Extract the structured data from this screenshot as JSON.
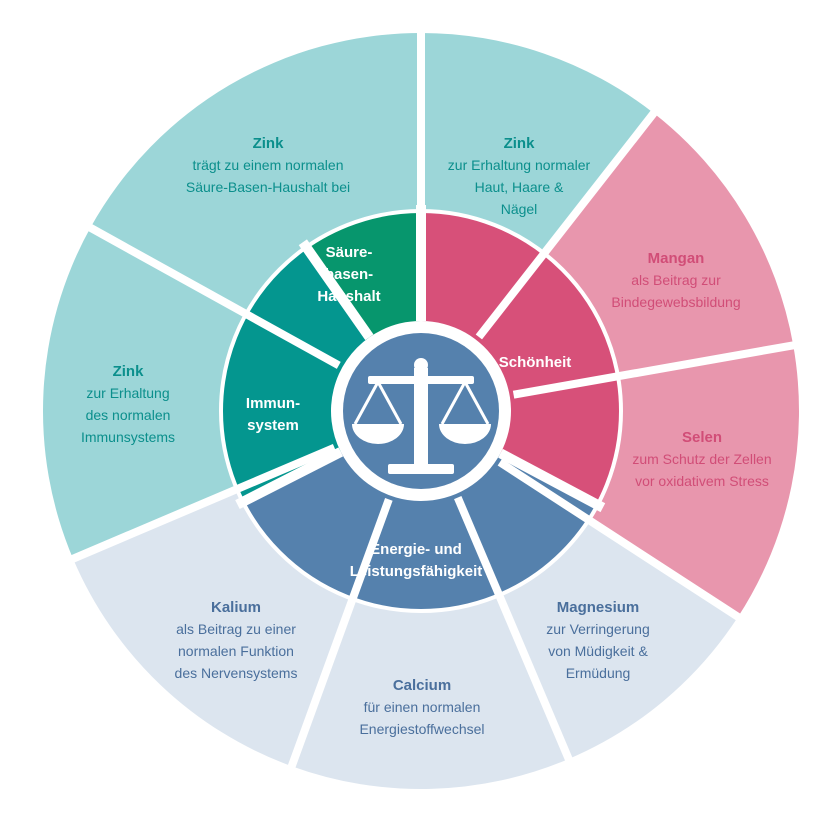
{
  "colors": {
    "teal_light": "#9cd6d8",
    "pink_light": "#e896ad",
    "blue_light": "#dce5ef",
    "teal_dark": "#04968f",
    "green_dark": "#07966d",
    "pink_dark": "#d75079",
    "blue_dark": "#5581ad",
    "text_teal": "#0b8f8c",
    "text_pink": "#d14d77",
    "text_blue": "#4a6f9c"
  },
  "center": {
    "icon": "balance-scale-icon"
  },
  "inner": [
    {
      "id": "saeure",
      "lines": [
        "Säure-",
        "basen-",
        "Haushalt"
      ]
    },
    {
      "id": "schoenheit",
      "lines": [
        "Schönheit"
      ]
    },
    {
      "id": "energie",
      "lines": [
        "Energie- und",
        "Leistungsfähigkeit"
      ]
    },
    {
      "id": "immun",
      "lines": [
        "Immun-",
        "system"
      ]
    }
  ],
  "outer": [
    {
      "id": "zink-saeure",
      "title": "Zink",
      "desc": [
        "trägt zu einem normalen",
        "Säure-Basen-Haushalt bei"
      ]
    },
    {
      "id": "zink-haut",
      "title": "Zink",
      "desc": [
        "zur Erhaltung normaler",
        "Haut, Haare &",
        "Nägel"
      ]
    },
    {
      "id": "mangan",
      "title": "Mangan",
      "desc": [
        "als Beitrag zur",
        "Bindegewebsbildung"
      ]
    },
    {
      "id": "selen",
      "title": "Selen",
      "desc": [
        "zum Schutz der Zellen",
        "vor oxidativem Stress"
      ]
    },
    {
      "id": "magnesium",
      "title": "Magnesium",
      "desc": [
        "zur Verringerung",
        "von Müdigkeit &",
        "Ermüdung"
      ]
    },
    {
      "id": "calcium",
      "title": "Calcium",
      "desc": [
        "für einen normalen",
        "Energiestoffwechsel"
      ]
    },
    {
      "id": "kalium",
      "title": "Kalium",
      "desc": [
        "als Beitrag zu einer",
        "normalen Funktion",
        "des Nervensystems"
      ]
    },
    {
      "id": "zink-immun",
      "title": "Zink",
      "desc": [
        "zur Erhaltung",
        "des normalen",
        "Immunsystems"
      ]
    }
  ]
}
